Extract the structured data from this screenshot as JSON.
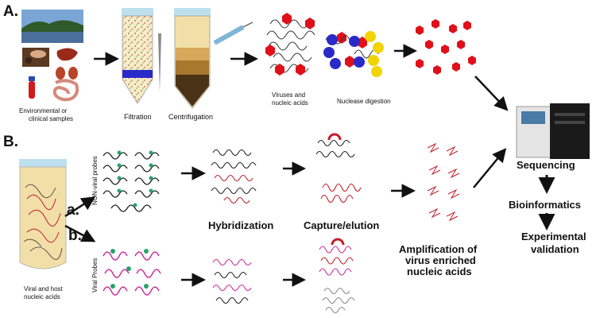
{
  "panel_a": {
    "label": "A.",
    "env_caption": [
      "Environmental  or",
      "clinical samples"
    ],
    "filtration": "Filtration",
    "centrifugation": "Centrifugation",
    "viruses": [
      "Viruses and",
      "nucleic acids"
    ],
    "nuclease": "Nuclease digestion"
  },
  "panel_b": {
    "label": "B.",
    "tube_caption": [
      "Viral and host",
      "nucleic acids"
    ],
    "route_a": "a.",
    "route_b": "b.",
    "nonviral_probes": "NON-viral probes",
    "viral_probes": "Viral Probes",
    "hybridization": "Hybridization",
    "capture": "Capture/elution",
    "amplification": [
      "Amplification of",
      "virus enriched",
      "nucleic acids"
    ]
  },
  "pipeline": {
    "sequencing": "Sequencing",
    "bioinformatics": "Bioinformatics",
    "validation": [
      "Experimental",
      "validation"
    ]
  },
  "colors": {
    "virus_red": "#e0101a",
    "nuclease_blue": "#2a2ac8",
    "nuclease_yellow": "#f2d400",
    "probe_magenta": "#cc2a9a",
    "probe_star": "#2aa36a",
    "tube_fill": "#f2dfa8",
    "tube_cap": "#bde0ee"
  }
}
